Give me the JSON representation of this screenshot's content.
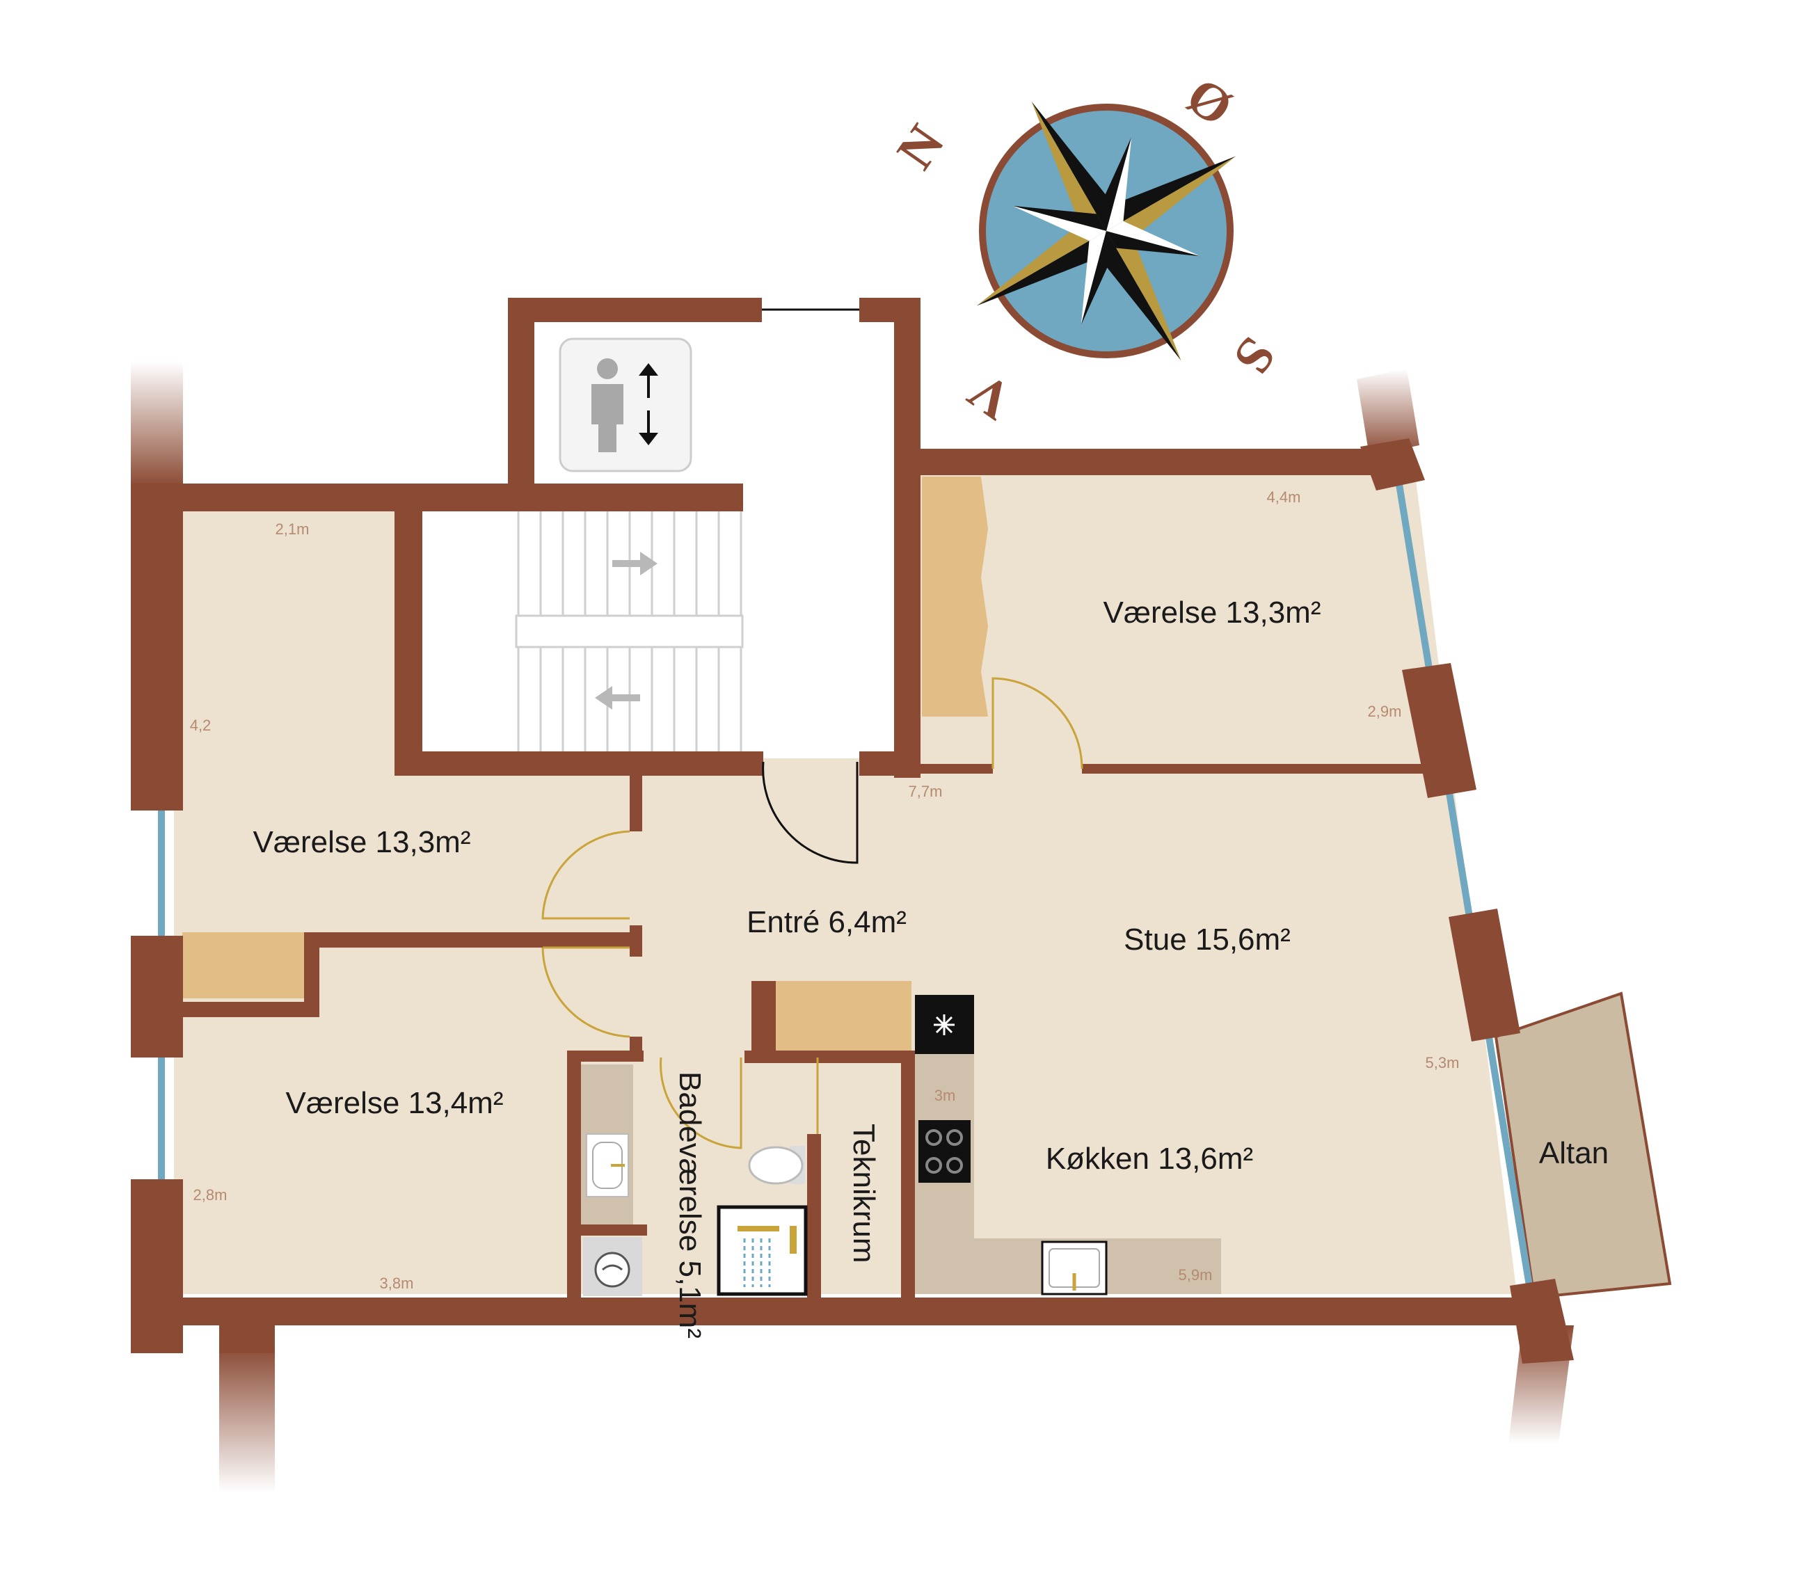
{
  "colors": {
    "wall": "#8a4a34",
    "floor": "#ede1d0",
    "window": "#6fa8c0",
    "wardrobe": "#e2bd85",
    "door": "#c9a43a",
    "balcony": "#cbbba3",
    "counter": "#cfc1ab",
    "compass_blue": "#6fa8c0",
    "compass_gold": "#b99a40",
    "compass_black": "#111111"
  },
  "rooms": {
    "room_top_right": "Værelse 13,3m²",
    "room_left_upper": "Værelse 13,3m²",
    "room_left_lower": "Værelse 13,4m²",
    "entre": "Entré 6,4m²",
    "stue": "Stue 15,6m²",
    "kitchen": "Køkken 13,6m²",
    "bathroom": "Badeværelse 5,1m²",
    "technical": "Teknikrum",
    "balcony": "Altan"
  },
  "dimensions": {
    "d_2_1": "2,1m",
    "d_4_2": "4,2",
    "d_2_8": "2,8m",
    "d_3_8": "3,8m",
    "d_4_4": "4,4m",
    "d_2_9": "2,9m",
    "d_7_7": "7,7m",
    "d_5_3": "5,3m",
    "d_3": "3m",
    "d_5_9": "5,9m"
  },
  "compass": {
    "n": "N",
    "o": "Ø",
    "s": "S",
    "v": "V"
  },
  "icons": {
    "elevator": "elevator-icon",
    "stairs_up": "arrow-right-icon",
    "stairs_down": "arrow-left-icon",
    "fridge": "snowflake-icon",
    "hob": "hob-icon",
    "sink": "sink-icon",
    "toilet": "toilet-icon",
    "shower": "shower-icon",
    "washer": "washing-machine-icon"
  }
}
